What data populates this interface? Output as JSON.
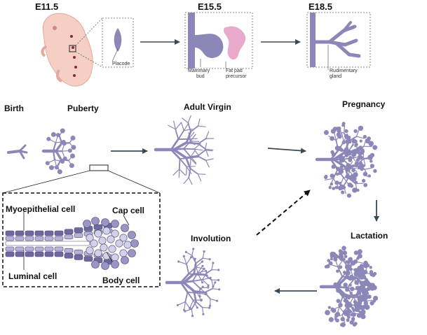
{
  "embryo": {
    "e11_5": "E11.5",
    "e15_5": "E15.5",
    "e18_5": "E18.5",
    "placode": "Placode",
    "mammary_bud_1": "Mammary",
    "mammary_bud_2": "bud",
    "fat_pad_1": "Fat pad",
    "fat_pad_2": "precursor",
    "rudimentary_1": "Rudimentary",
    "rudimentary_2": "gland"
  },
  "stages": {
    "birth": "Birth",
    "puberty": "Puberty",
    "adult_virgin": "Adult Virgin",
    "pregnancy": "Pregnancy",
    "lactation": "Lactation",
    "involution": "Involution"
  },
  "inset": {
    "myoepithelial": "Myoepithelial cell",
    "cap": "Cap cell",
    "luminal": "Luminal cell",
    "body": "Body cell"
  },
  "colors": {
    "duct": "#8c87b8",
    "duct_dark": "#6e68a0",
    "embryo_skin": "#f6cfc4",
    "fat_pad": "#e6a0c4",
    "arrow": "#3b4a55"
  }
}
